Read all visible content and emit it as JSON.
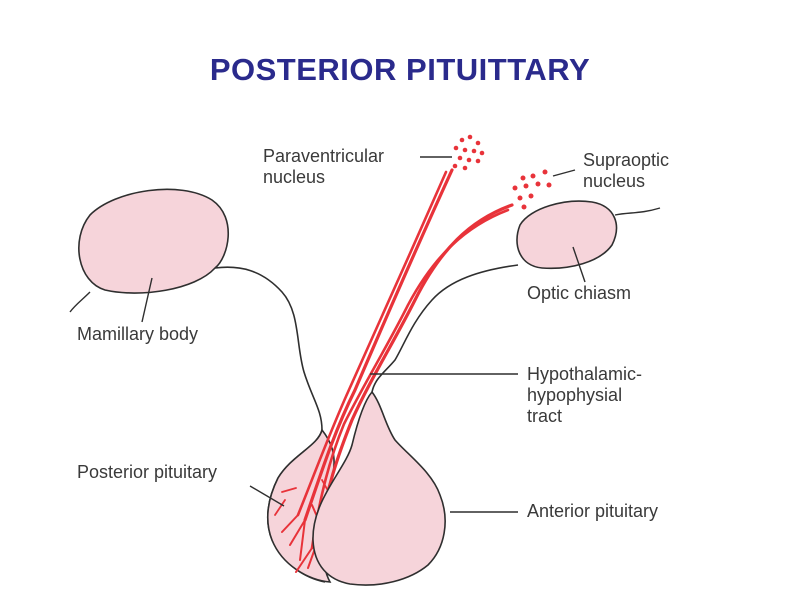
{
  "title": "POSTERIOR PITUITTARY",
  "labels": {
    "paraventricular": "Paraventricular\nnucleus",
    "supraoptic": "Supraoptic\nnucleus",
    "mamillary": "Mamillary body",
    "optic_chiasm": "Optic chiasm",
    "tract": "Hypothalamic-\nhypophysial\ntract",
    "posterior": "Posterior pituitary",
    "anterior": "Anterior pituitary"
  },
  "colors": {
    "title": "#2a2a8c",
    "tissue_fill": "#f6d4da",
    "outline": "#2f2f2f",
    "nerve": "#e8333a",
    "label": "#3a3a3a"
  }
}
